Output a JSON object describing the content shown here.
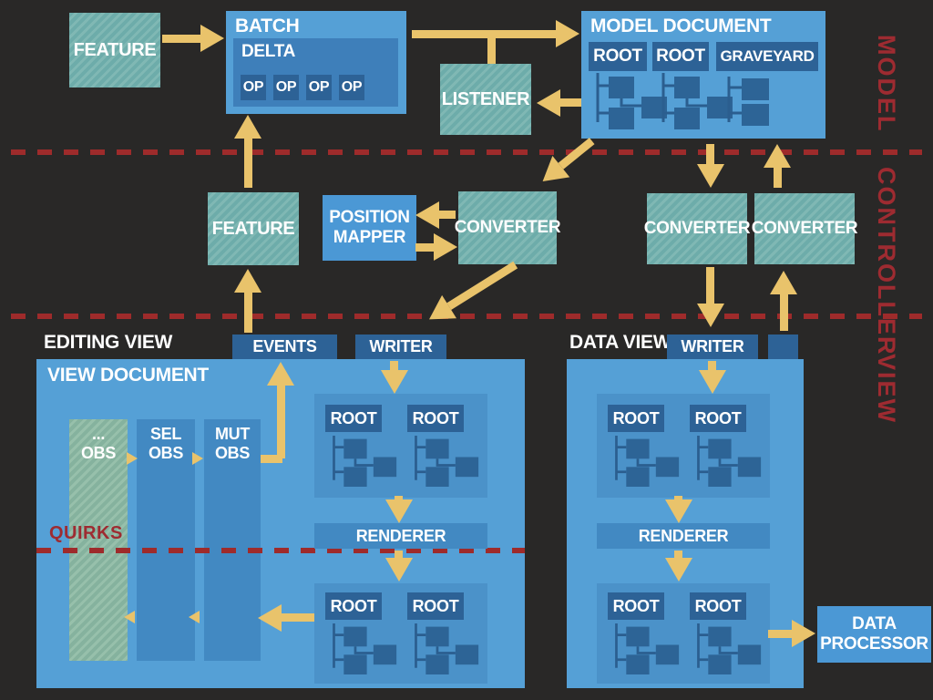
{
  "colors": {
    "background": "#292827",
    "box_blue": "#55a0d6",
    "panel_blue": "#4b92c9",
    "mid_blue": "#4289c2",
    "delta_blue": "#3e7fba",
    "solid_blue": "#4b98d5",
    "dark_blue": "#2d6296",
    "teal": "#6dacaa",
    "obs_green": "#85b29e",
    "arrow_yellow": "#e9c36b",
    "red": "#9e2b31",
    "text": "#ffffff"
  },
  "layer_labels": {
    "model": "MODEL",
    "controller": "CONTROLLER",
    "view": "VIEW"
  },
  "model_layer": {
    "feature": "FEATURE",
    "batch": "BATCH",
    "delta": "DELTA",
    "ops": [
      "OP",
      "OP",
      "OP",
      "OP"
    ],
    "model_document": "MODEL DOCUMENT",
    "model_roots": [
      "ROOT",
      "ROOT",
      "GRAVEYARD"
    ],
    "listener": "LISTENER"
  },
  "controller_layer": {
    "feature": "FEATURE",
    "position_mapper": [
      "POSITION",
      "MAPPER"
    ],
    "converters": [
      "CONVERTER",
      "CONVERTER",
      "CONVERTER"
    ]
  },
  "view_layer": {
    "editing_view_title": "EDITING VIEW",
    "events_tab": "EVENTS",
    "writer_tab": "WRITER",
    "view_document": "VIEW DOCUMENT",
    "observers": [
      [
        "...",
        "OBS"
      ],
      [
        "SEL",
        "OBS"
      ],
      [
        "MUT",
        "OBS"
      ]
    ],
    "quirks": "QUIRKS",
    "editing_roots_top": [
      "ROOT",
      "ROOT"
    ],
    "editing_renderer": "RENDERER",
    "editing_roots_bottom": [
      "ROOT",
      "ROOT"
    ],
    "data_view_title": "DATA VIEW",
    "data_writer_tab": "WRITER",
    "data_roots_top": [
      "ROOT",
      "ROOT"
    ],
    "data_renderer": "RENDERER",
    "data_roots_bottom": [
      "ROOT",
      "ROOT"
    ],
    "data_processor": [
      "DATA",
      "PROCESSOR"
    ]
  }
}
